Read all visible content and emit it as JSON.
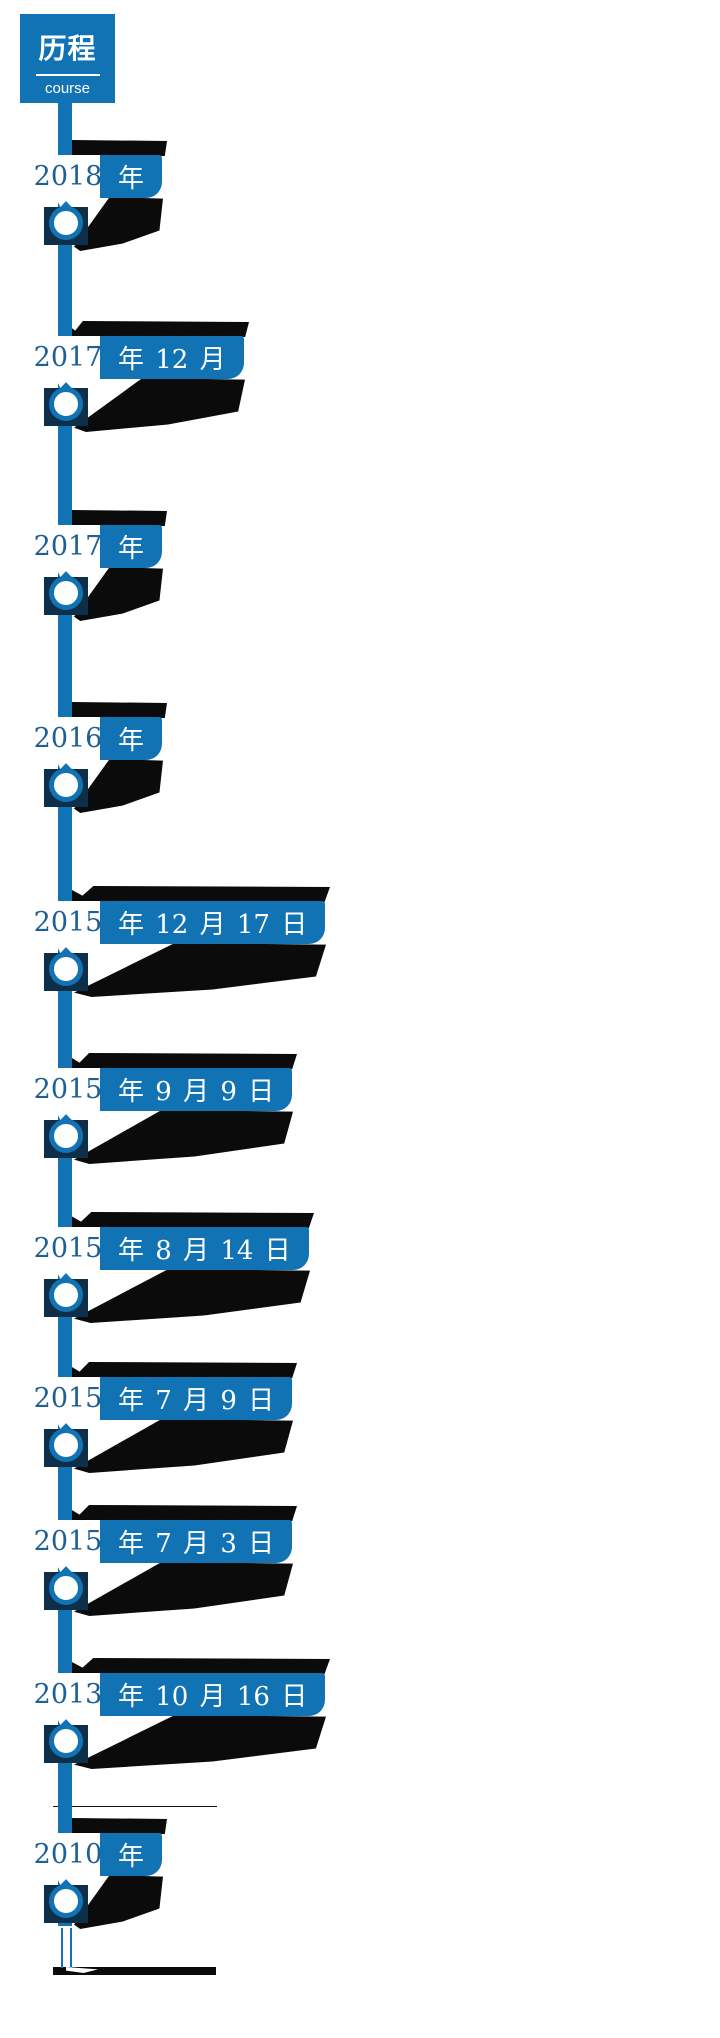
{
  "header": {
    "title": "历程",
    "subtitle": "course"
  },
  "colors": {
    "primary_blue": "#1173b4",
    "node_navy": "#0e2f4a",
    "year_text_blue": "#1e5f96",
    "image_blob_black": "#0b0b0b"
  },
  "timeline": {
    "entries": [
      {
        "year": "2018",
        "date": "年"
      },
      {
        "year": "2017",
        "date": "年 12 月"
      },
      {
        "year": "2017",
        "date": "年"
      },
      {
        "year": "2016",
        "date": "年"
      },
      {
        "year": "2015",
        "date": "年 12 月 17 日"
      },
      {
        "year": "2015",
        "date": "年 9 月 9 日"
      },
      {
        "year": "2015",
        "date": "年 8 月 14 日"
      },
      {
        "year": "2015",
        "date": "年 7 月 9 日"
      },
      {
        "year": "2015",
        "date": "年 7 月 3 日"
      },
      {
        "year": "2013",
        "date": "年 10 月 16 日"
      },
      {
        "year": "2010",
        "date": "年"
      }
    ]
  }
}
